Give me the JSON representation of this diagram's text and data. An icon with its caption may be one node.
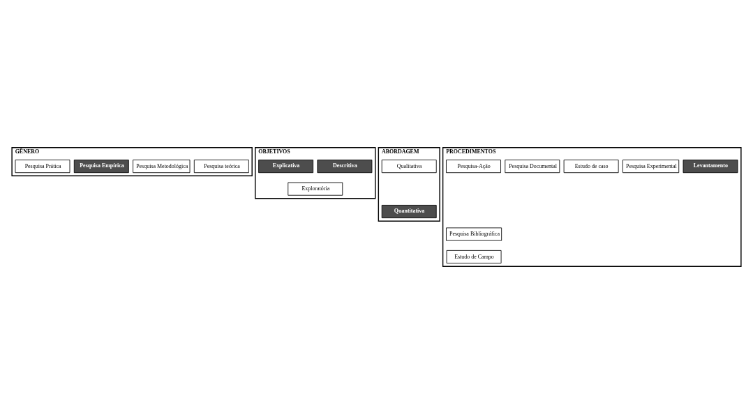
{
  "diagram": {
    "nodes": [
      {
        "text": [
          "GÊNERO"
        ]
      },
      {
        "text": [
          "Pesquisa teórica"
        ],
        "in": 0
      },
      {
        "text": [
          "Pesquisa Metodológica"
        ],
        "in": 0
      },
      {
        "text": [
          "Pesquisa Empírica"
        ],
        "in": 0
      },
      {
        "text": [
          "Pesquisa Prática"
        ],
        "in": 0
      },
      {
        "text": [
          "OBJETIVOS"
        ]
      },
      {
        "text": [
          "Exploratória"
        ],
        "in": 5
      },
      {
        "text": [
          "Descritiva"
        ],
        "in": 5
      },
      {
        "text": [
          "Explicativa"
        ],
        "in": 5
      },
      {
        "text": [
          "ABORDAGEM"
        ]
      },
      {
        "text": [
          "Quantitativa"
        ],
        "in": 9
      },
      {
        "text": [
          "Qualitativa"
        ],
        "in": 9
      },
      {
        "text": [
          "PROCEDIMENTOS"
        ]
      },
      {
        "text": [
          "Pesquisa Bibliográfica"
        ],
        "in": 12
      },
      {
        "text": [
          "Levantamento"
        ],
        "in": 12
      },
      {
        "text": [
          "Pesquisa Experimental"
        ],
        "in": 12
      },
      {
        "text": [
          "Estudo de caso"
        ],
        "in": 12
      },
      {
        "text": [
          "Estudo de Campo"
        ],
        "in": 12
      },
      {
        "text": [
          "Pesquisa Documental"
        ],
        "in": 12
      },
      {
        "text": [
          "Pesquisa-Ação"
        ],
        "in": 12
      }
    ],
    "edges": []
  }
}
